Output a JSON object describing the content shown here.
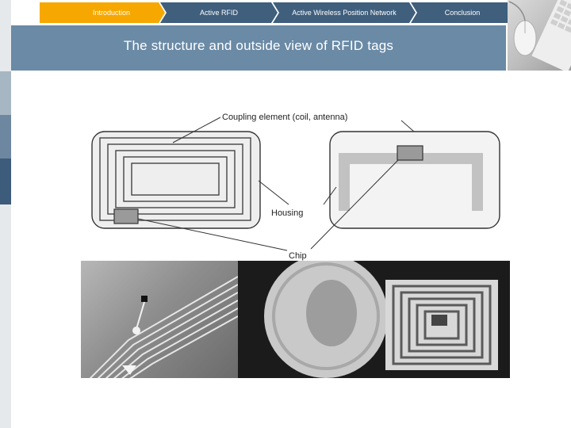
{
  "nav": {
    "steps": [
      {
        "label": "Introduction",
        "active": true
      },
      {
        "label": "Active RFID",
        "active": false
      },
      {
        "label": "Active Wireless Position Network",
        "active": false
      },
      {
        "label": "Conclusion",
        "active": false
      }
    ]
  },
  "slide": {
    "title": "The structure and outside view of RFID tags"
  },
  "diagram": {
    "label_coupling": "Coupling element (coil, antenna)",
    "label_housing": "Housing",
    "label_chip": "Chip"
  },
  "colors": {
    "accent_active": "#f7a800",
    "nav_inactive": "#3f5f7d",
    "title_band": "#6a8aa6"
  }
}
